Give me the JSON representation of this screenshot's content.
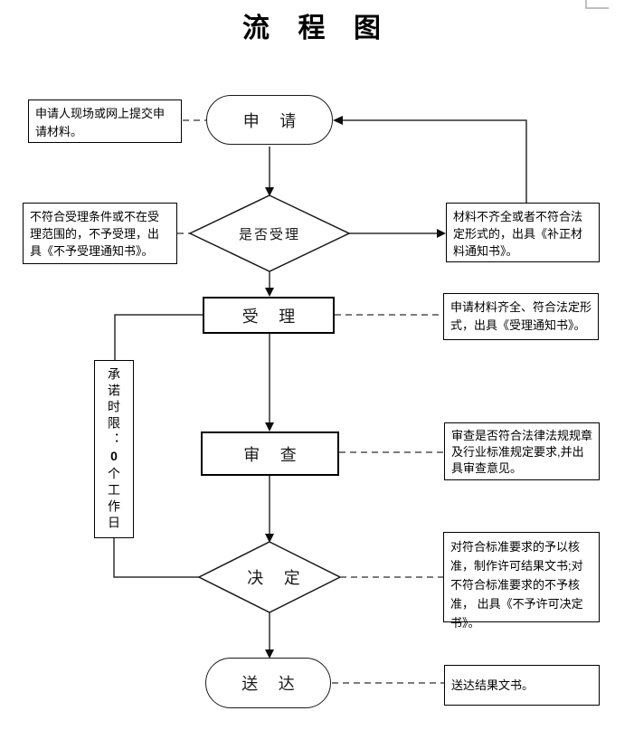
{
  "title": "流 程 图",
  "nodes": {
    "apply": "申 请",
    "accept_question": "是否受理",
    "accept": "受 理",
    "review": "审 查",
    "decide": "决 定",
    "deliver": "送 达"
  },
  "time_limit": {
    "prefix": "承诺时限：",
    "value": "0",
    "suffix": "个工作日"
  },
  "annotations": {
    "submit": "申请人现场或网上提交申请材料。",
    "not_accepted": "不符合受理条件或不在受理范围的，不予受理，出具《不予受理通知书》。",
    "supplement": "材料不齐全或者不符合法定形式的，出具《补正材料通知书》。",
    "accepted": "申请材料齐全、符合法定形式，出具《受理通知书》。",
    "review": "审查是否符合法律法规规章及行业标准规定要求,并出具审查意见。",
    "decision": "对符合标准要求的予以核准，制作许可结果文书;对不符合标准要求的不予核准， 出具《不予许可决定书》。",
    "deliver": "送达结果文书。"
  }
}
